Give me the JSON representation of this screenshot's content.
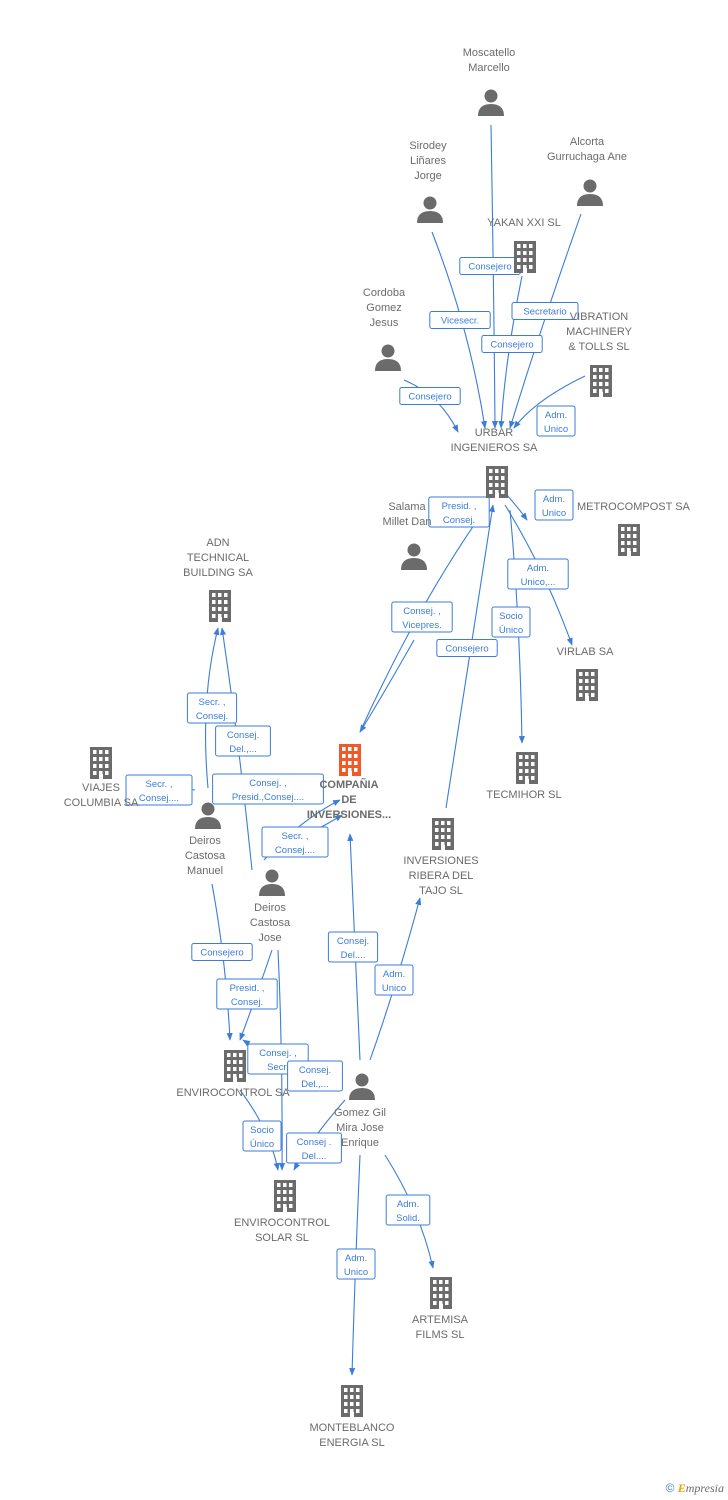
{
  "colors": {
    "accent": "#3b7dd8",
    "node": "#6b6b6b",
    "main_node": "#f05a28"
  },
  "nodes": [
    {
      "id": "moscatello",
      "kind": "person",
      "label": [
        "Moscatello",
        "Marcello"
      ]
    },
    {
      "id": "sirodey",
      "kind": "person",
      "label": [
        "Sirodey",
        "Liñares",
        "Jorge"
      ]
    },
    {
      "id": "alcorta",
      "kind": "person",
      "label": [
        "Alcorta",
        "Gurruchaga Ane"
      ]
    },
    {
      "id": "yakan",
      "kind": "company",
      "label": [
        "YAKAN XXI  SL"
      ]
    },
    {
      "id": "cordoba",
      "kind": "person",
      "label": [
        "Cordoba",
        "Gomez",
        "Jesus"
      ]
    },
    {
      "id": "vibration",
      "kind": "company",
      "label": [
        "VIBRATION",
        "MACHINERY",
        "& TOLLS SL"
      ]
    },
    {
      "id": "urbar",
      "kind": "company",
      "label": [
        "URBAR",
        "INGENIEROS SA"
      ]
    },
    {
      "id": "salama",
      "kind": "person",
      "label": [
        "Salama",
        "Millet Dan"
      ]
    },
    {
      "id": "metrocompost",
      "kind": "company",
      "label": [
        "METROCOMPOST SA"
      ]
    },
    {
      "id": "adn",
      "kind": "company",
      "label": [
        "ADN",
        "TECHNICAL",
        "BUILDING SA"
      ]
    },
    {
      "id": "virlab",
      "kind": "company",
      "label": [
        "VIRLAB SA"
      ]
    },
    {
      "id": "viajes",
      "kind": "company",
      "label": [
        "VIAJES",
        "COLUMBIA SA"
      ]
    },
    {
      "id": "compania",
      "kind": "main",
      "label": [
        "COMPAÑIA",
        "DE",
        "INVERSIONES..."
      ]
    },
    {
      "id": "tecmihor",
      "kind": "company",
      "label": [
        "TECMIHOR SL"
      ]
    },
    {
      "id": "deiros_manuel",
      "kind": "person",
      "label": [
        "Deiros",
        "Castosa",
        "Manuel"
      ]
    },
    {
      "id": "inversiones_ribera",
      "kind": "company",
      "label": [
        "INVERSIONES",
        "RIBERA DEL",
        "TAJO  SL"
      ]
    },
    {
      "id": "deiros_jose",
      "kind": "person",
      "label": [
        "Deiros",
        "Castosa",
        "Jose"
      ]
    },
    {
      "id": "envirocontrol_sa",
      "kind": "company",
      "label": [
        "ENVIROCONTROL SA"
      ]
    },
    {
      "id": "gomez_gil",
      "kind": "person",
      "label": [
        "Gomez Gil",
        "Mira Jose",
        "Enrique"
      ]
    },
    {
      "id": "envirocontrol_solar",
      "kind": "company",
      "label": [
        "ENVIROCONTROL",
        "SOLAR SL"
      ]
    },
    {
      "id": "artemisa",
      "kind": "company",
      "label": [
        "ARTEMISA",
        "FILMS SL"
      ]
    },
    {
      "id": "monteblanco",
      "kind": "company",
      "label": [
        "MONTEBLANCO",
        "ENERGIA SL"
      ]
    }
  ],
  "edges": [
    {
      "from": "moscatello",
      "to": "urbar",
      "label": [
        "Consejero"
      ]
    },
    {
      "from": "sirodey",
      "to": "urbar",
      "label": [
        "Vicesecr."
      ]
    },
    {
      "from": "alcorta",
      "to": "urbar",
      "label": [
        "Secretario"
      ]
    },
    {
      "from": "yakan",
      "to": "urbar",
      "label": [
        "Consejero"
      ]
    },
    {
      "from": "cordoba",
      "to": "urbar",
      "label": [
        "Consejero"
      ]
    },
    {
      "from": "vibration",
      "to": "urbar",
      "label": [
        "Adm.",
        "Unico"
      ]
    },
    {
      "from": "compania",
      "to": "urbar",
      "label": [
        "Presid. ,",
        "Consej."
      ]
    },
    {
      "from": "urbar",
      "to": "metrocompost",
      "label": [
        "Adm.",
        "Unico"
      ]
    },
    {
      "from": "urbar",
      "to": "virlab",
      "label": [
        "Adm.",
        "Unico,..."
      ]
    },
    {
      "from": "urbar",
      "to": "tecmihor",
      "label": [
        "Socio",
        "Único"
      ]
    },
    {
      "from": "inversiones_ribera",
      "to": "urbar",
      "label": [
        "Consejero"
      ]
    },
    {
      "from": "salama",
      "to": "compania",
      "label": [
        "Consej. ,",
        "Vicepres."
      ]
    },
    {
      "from": "deiros_manuel",
      "to": "adn",
      "label": [
        "Secr. ,",
        "Consej."
      ]
    },
    {
      "from": "deiros_jose",
      "to": "adn",
      "label": [
        "Consej.",
        "Del.,..."
      ]
    },
    {
      "from": "deiros_manuel",
      "to": "viajes",
      "label": [
        "Secr. ,",
        "Consej...."
      ]
    },
    {
      "from": "deiros_jose",
      "to": "compania",
      "label": [
        "Consej. ,",
        "Presid.,Consej...."
      ]
    },
    {
      "from": "deiros_jose",
      "to": "compania",
      "label": [
        "Secr. ,",
        "Consej...."
      ]
    },
    {
      "from": "gomez_gil",
      "to": "compania",
      "label": [
        "Consej.",
        "Del...."
      ]
    },
    {
      "from": "gomez_gil",
      "to": "inversiones_ribera",
      "label": [
        "Adm.",
        "Unico"
      ]
    },
    {
      "from": "deiros_manuel",
      "to": "envirocontrol_sa",
      "label": [
        "Consejero"
      ]
    },
    {
      "from": "deiros_jose",
      "to": "envirocontrol_sa",
      "label": [
        "Presid. ,",
        "Consej."
      ]
    },
    {
      "from": "deiros_jose",
      "to": "envirocontrol_solar",
      "label": [
        "Consej. ,",
        "Secr."
      ]
    },
    {
      "from": "gomez_gil",
      "to": "envirocontrol_sa",
      "label": [
        "Consej.",
        "Del.,..."
      ]
    },
    {
      "from": "envirocontrol_sa",
      "to": "envirocontrol_solar",
      "label": [
        "Socio",
        "Único"
      ]
    },
    {
      "from": "gomez_gil",
      "to": "envirocontrol_solar",
      "label": [
        "Consej .",
        "Del...."
      ]
    },
    {
      "from": "gomez_gil",
      "to": "artemisa",
      "label": [
        "Adm.",
        "Solid."
      ]
    },
    {
      "from": "gomez_gil",
      "to": "monteblanco",
      "label": [
        "Adm.",
        "Unico"
      ]
    }
  ],
  "footer": {
    "copyright": "©",
    "brand_e": "E",
    "brand_rest": "mpresia"
  }
}
